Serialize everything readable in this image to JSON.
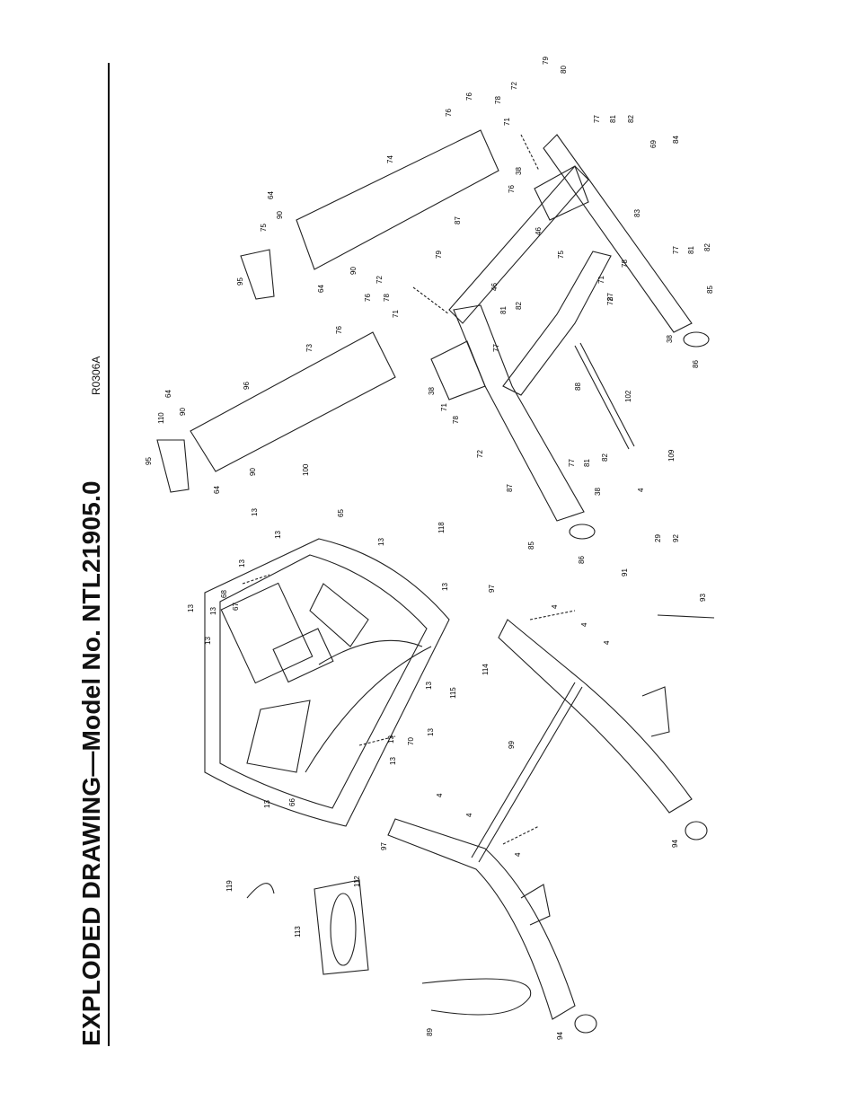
{
  "title": "EXPLODED DRAWING—Model No. NTL21905.0",
  "drawing_code": "R0306A",
  "part_labels": [
    "79",
    "80",
    "76",
    "76",
    "72",
    "78",
    "71",
    "77",
    "81",
    "82",
    "69",
    "84",
    "74",
    "38",
    "76",
    "64",
    "90",
    "75",
    "87",
    "46",
    "83",
    "95",
    "64",
    "90",
    "75",
    "77",
    "81",
    "82",
    "79",
    "72",
    "78",
    "71",
    "46",
    "81",
    "82",
    "87",
    "71",
    "72",
    "78",
    "85",
    "77",
    "38",
    "76",
    "76",
    "73",
    "96",
    "64",
    "90",
    "110",
    "95",
    "90",
    "64",
    "100",
    "38",
    "71",
    "78",
    "72",
    "86",
    "88",
    "102",
    "87",
    "77",
    "81",
    "82",
    "38",
    "109",
    "4",
    "85",
    "86",
    "29",
    "92",
    "91",
    "93",
    "13",
    "13",
    "13",
    "65",
    "68",
    "67",
    "13",
    "13",
    "13",
    "118",
    "13",
    "97",
    "4",
    "4",
    "4",
    "13",
    "114",
    "115",
    "70",
    "13",
    "13",
    "13",
    "13",
    "66",
    "13",
    "99",
    "4",
    "4",
    "97",
    "4",
    "94",
    "119",
    "112",
    "113",
    "89",
    "94"
  ]
}
